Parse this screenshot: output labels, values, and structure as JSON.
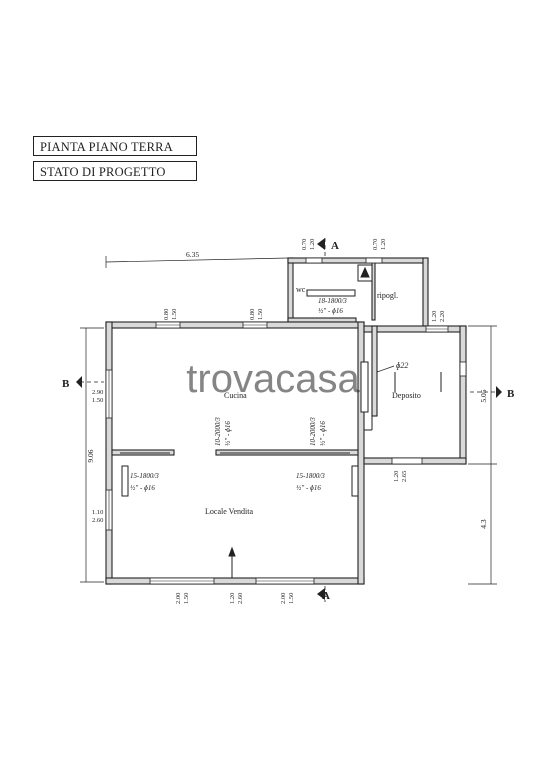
{
  "titles": {
    "line1": "PIANTA PIANO TERRA",
    "line2": "STATO DI PROGETTO"
  },
  "watermark": "trovacasa",
  "rooms": {
    "wc": "wc",
    "ripostiglio": "ripogl.",
    "cucina": "Cucina",
    "deposito": "Deposito",
    "locale_vendita": "Locale Vendita"
  },
  "section_markers": {
    "a_top": "A",
    "a_bottom": "A",
    "b_left": "B",
    "b_right": "B"
  },
  "dimensions": {
    "top_overall": "6.35",
    "left_overall": "9.06",
    "right_upper": "5.05",
    "right_lower": "4.3"
  },
  "window_labels": {
    "top_wc_left": [
      "0.70",
      "1.20"
    ],
    "top_wc_right": [
      "0.70",
      "1.20"
    ],
    "top_cucina_1": [
      "0.80",
      "1.50"
    ],
    "top_cucina_2": [
      "0.80",
      "1.50"
    ],
    "top_deposito": [
      "1.20",
      "2.20"
    ],
    "left_upper": [
      "2.90",
      "1.50"
    ],
    "left_lower": [
      "1.10",
      "2.60"
    ],
    "deposito_door": [
      "1.20",
      "2.65"
    ],
    "bottom_1": [
      "2.00",
      "1.50"
    ],
    "bottom_door": [
      "1.20",
      "2.60"
    ],
    "bottom_2": [
      "2.00",
      "1.50"
    ]
  },
  "beam_labels": {
    "wc": [
      "18-1800/3",
      "½\" - ɸ16"
    ],
    "cucina_1": [
      "10-2000/3",
      "½\" - ɸ16"
    ],
    "cucina_2": [
      "10-2000/3",
      "½\" - ɸ16"
    ],
    "vendita_1": [
      "15-1800/3",
      "½\" - ɸ16"
    ],
    "vendita_2": [
      "15-1800/3",
      "½\" - ɸ16"
    ]
  },
  "pipe_label": "ɸ22",
  "colors": {
    "ink": "#222222",
    "wall_fill": "#d9d9d9",
    "paper": "#ffffff",
    "watermark": "#cfcfcf"
  }
}
